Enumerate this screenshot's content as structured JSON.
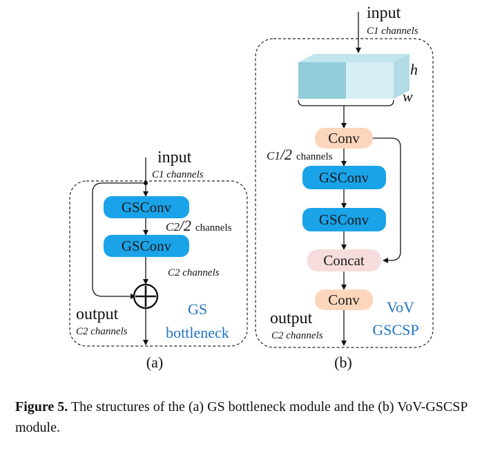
{
  "diagram_a": {
    "input_label": "input",
    "input_channels": "C1 channels",
    "box1": "GSConv",
    "mid_channels_prefix": "C2",
    "mid_channels_frac": "/2",
    "mid_channels_suffix": "channels",
    "box2": "GSConv",
    "after_channels": "C2 channels",
    "output_label": "output",
    "output_channels": "C2 channels",
    "module_line1": "GS",
    "module_line2": "bottleneck",
    "sub_label": "(a)"
  },
  "diagram_b": {
    "input_label": "input",
    "input_channels": "C1 channels",
    "dim_h": "h",
    "dim_w": "w",
    "conv1": "Conv",
    "mid_channels_prefix": "C1",
    "mid_channels_frac": "/2",
    "mid_channels_suffix": "channels",
    "gsconv1": "GSConv",
    "gsconv2": "GSConv",
    "concat": "Concat",
    "conv2": "Conv",
    "output_label": "output",
    "output_channels": "C2 channels",
    "module_line1": "VoV",
    "module_line2": "GSCSP",
    "sub_label": "(b)"
  },
  "caption": {
    "figure_label": "Figure 5.",
    "text": " The structures of the (a) GS bottleneck module and the (b) VoV-GSCSP module."
  },
  "colors": {
    "gsconv_fill": "#1aa3e8",
    "conv_fill": "#fbd6bc",
    "concat_fill": "#f6dcdc",
    "cube_front_left": "#93cdd9",
    "cube_front_right": "#d7eef4",
    "cube_top": "#c3e5ee",
    "cube_side": "#b2dbe6",
    "module_label": "#1f74c4"
  }
}
